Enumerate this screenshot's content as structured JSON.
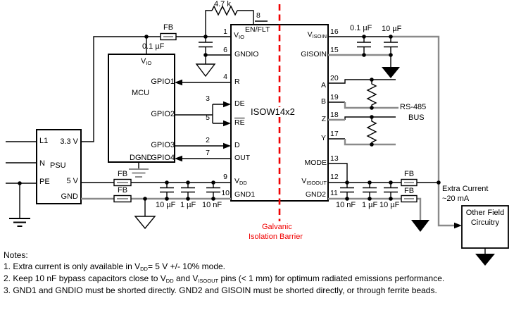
{
  "ic": {
    "name": "ISOW14x2",
    "pins": {
      "en_flt": {
        "num": "8",
        "prefix": "EN/",
        "overline": "FLT"
      },
      "vio": {
        "num": "1",
        "base": "V",
        "sub": "IO"
      },
      "gndio": {
        "num": "6",
        "label": "GNDIO"
      },
      "r": {
        "num": "4",
        "label": "R"
      },
      "de": {
        "num": "3",
        "label": "DE"
      },
      "re": {
        "num": "5",
        "label": "RE"
      },
      "d": {
        "num": "2",
        "label": "D"
      },
      "out": {
        "num": "7",
        "label": "OUT"
      },
      "vdd": {
        "num": "9",
        "base": "V",
        "sub": "DD"
      },
      "gnd1": {
        "num": "10",
        "label": "GND1"
      },
      "visoin": {
        "num": "16",
        "base": "V",
        "sub": "ISOIN"
      },
      "gisoin": {
        "num": "15",
        "label": "GISOIN"
      },
      "a": {
        "num": "20",
        "label": "A"
      },
      "b": {
        "num": "19",
        "label": "B"
      },
      "z": {
        "num": "18",
        "label": "Z"
      },
      "y": {
        "num": "17",
        "label": "Y"
      },
      "mode": {
        "num": "13",
        "label": "MODE"
      },
      "visoout": {
        "num": "12",
        "base": "V",
        "sub": "ISOOUT"
      },
      "gnd2": {
        "num": "11",
        "label": "GND2"
      }
    }
  },
  "mcu": {
    "name": "MCU",
    "vio": {
      "base": "V",
      "sub": "IO"
    },
    "gpio1": "GPIO1",
    "gpio2": "GPIO2",
    "gpio3": "GPIO3",
    "gpio4": "GPIO4",
    "dgnd": "DGND"
  },
  "psu": {
    "name": "PSU",
    "l1": "L1",
    "n": "N",
    "pe": "PE",
    "v33": "3.3 V",
    "v5": "5 V",
    "gnd": "GND"
  },
  "parts": {
    "pullup": "4.7 k",
    "ferrite": "FB",
    "cap_left_top": "0.1 µF",
    "caps_left": [
      "10 µF",
      "1 µF",
      "10 nF"
    ],
    "caps_right_top": [
      "0.1 µF",
      "10 µF"
    ],
    "caps_right": [
      "10 nF",
      "1 µF",
      "10 µF"
    ]
  },
  "bus": {
    "line1": "RS-485",
    "line2": "BUS"
  },
  "annotations": {
    "extra1": "Extra Current",
    "extra2": "~20 mA",
    "field1": "Other Field",
    "field2": "Circuitry",
    "barrier1": "Galvanic",
    "barrier2": "Isolation Barrier"
  },
  "notes": {
    "title": "Notes:",
    "n1": [
      "1. Extra current is only available in V",
      "DD",
      "= 5 V +/- 10% mode."
    ],
    "n2": [
      "2. Keep 10 nF bypass capacitors close to V",
      "DD",
      " and V",
      "ISOOUT",
      " pins (< 1 mm) for optimum radiated emissions performance."
    ],
    "n3": "3. GND1 and GNDIO must be shorted directly. GND2 and GISOIN must be shorted directly, or through ferrite beads."
  }
}
